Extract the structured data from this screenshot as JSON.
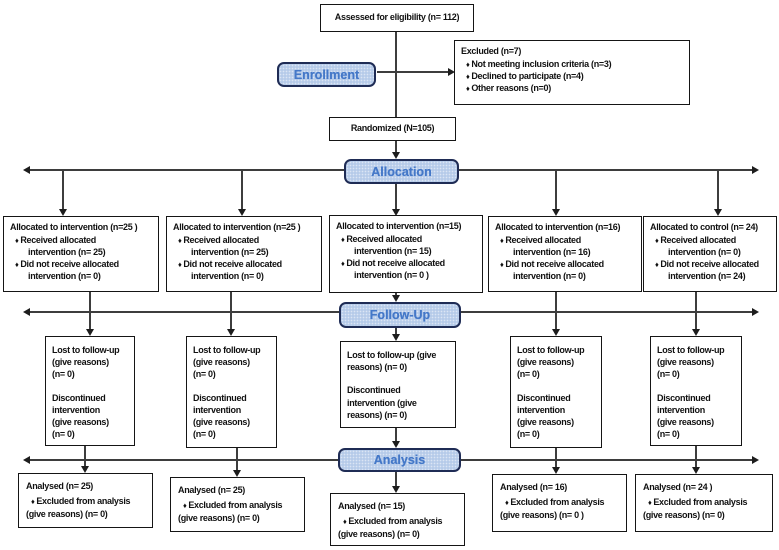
{
  "flow": {
    "assessed": "Assessed for eligibility (n= 112)",
    "randomized": "Randomized (N=105)",
    "stages": {
      "enrollment": "Enrollment",
      "allocation": "Allocation",
      "followup": "Follow-Up",
      "analysis": "Analysis"
    },
    "excluded": {
      "title": "Excluded  (n=7)",
      "items": [
        "Not meeting inclusion criteria (n=3)",
        "Declined to participate (n=4)",
        "Other reasons (n=0)"
      ]
    },
    "allocation_boxes": [
      {
        "title": "Allocated to intervention (n=25 )",
        "items": [
          [
            "Received allocated",
            "intervention (n= 25)"
          ],
          [
            "Did not receive allocated",
            "intervention (n= 0)"
          ]
        ]
      },
      {
        "title": "Allocated to intervention (n=25 )",
        "items": [
          [
            "Received allocated",
            "intervention (n= 25)"
          ],
          [
            "Did not receive allocated",
            "intervention (n= 0)"
          ]
        ]
      },
      {
        "title": "Allocated to intervention (n=15)",
        "items": [
          [
            "Received allocated",
            "intervention (n= 15)"
          ],
          [
            "Did not receive allocated",
            "intervention (n= 0 )"
          ]
        ]
      },
      {
        "title": "Allocated to intervention (n=16)",
        "items": [
          [
            "Received allocated",
            "intervention (n= 16)"
          ],
          [
            "Did not receive allocated",
            "intervention (n= 0)"
          ]
        ]
      },
      {
        "title": "Allocated to control (n= 24)",
        "items": [
          [
            "Received allocated",
            "intervention (n= 0)"
          ],
          [
            "Did not receive allocated",
            "intervention (n= 24)"
          ]
        ]
      }
    ],
    "followup_boxes": [
      {
        "para1": [
          "Lost to follow-up",
          "(give reasons)",
          "(n= 0)"
        ],
        "para2": [
          "Discontinued",
          "intervention",
          "(give reasons)",
          "(n= 0)"
        ]
      },
      {
        "para1": [
          "Lost to follow-up",
          "(give reasons)",
          "(n= 0)"
        ],
        "para2": [
          "Discontinued",
          "intervention",
          "(give reasons)",
          "(n= 0)"
        ]
      },
      {
        "para1": [
          "Lost to follow-up (give",
          "reasons) (n= 0)"
        ],
        "para2": [
          "Discontinued",
          "intervention (give",
          "reasons) (n= 0)"
        ]
      },
      {
        "para1": [
          "Lost to follow-up",
          "(give reasons)",
          "(n= 0)"
        ],
        "para2": [
          "Discontinued",
          "intervention",
          "(give reasons)",
          "(n= 0)"
        ]
      },
      {
        "para1": [
          "Lost to follow-up",
          "(give reasons)",
          "(n= 0)"
        ],
        "para2": [
          "Discontinued",
          "intervention",
          "(give reasons)",
          "(n= 0)"
        ]
      }
    ],
    "analysis_boxes": [
      {
        "title": "Analysed  (n= 25)",
        "bullet": "Excluded from analysis",
        "cont": "(give reasons) (n= 0)"
      },
      {
        "title": "Analysed  (n= 25)",
        "bullet": "Excluded from analysis",
        "cont": "(give reasons) (n= 0)"
      },
      {
        "title": "Analysed  (n= 15)",
        "bullet": "Excluded from analysis",
        "cont": "(give reasons) (n= 0)"
      },
      {
        "title": "Analysed  (n= 16)",
        "bullet": "Excluded from analysis",
        "cont": "(give reasons) (n= 0 )"
      },
      {
        "title": "Analysed  (n= 24 )",
        "bullet": "Excluded from analysis",
        "cont": "(give reasons) (n= 0)"
      }
    ],
    "colors": {
      "stage_fill": "#b6cbe9",
      "stage_border": "#1f2c55",
      "stage_text": "#4478c8",
      "connector": "#3d3d3d",
      "box_border": "#151515"
    }
  }
}
